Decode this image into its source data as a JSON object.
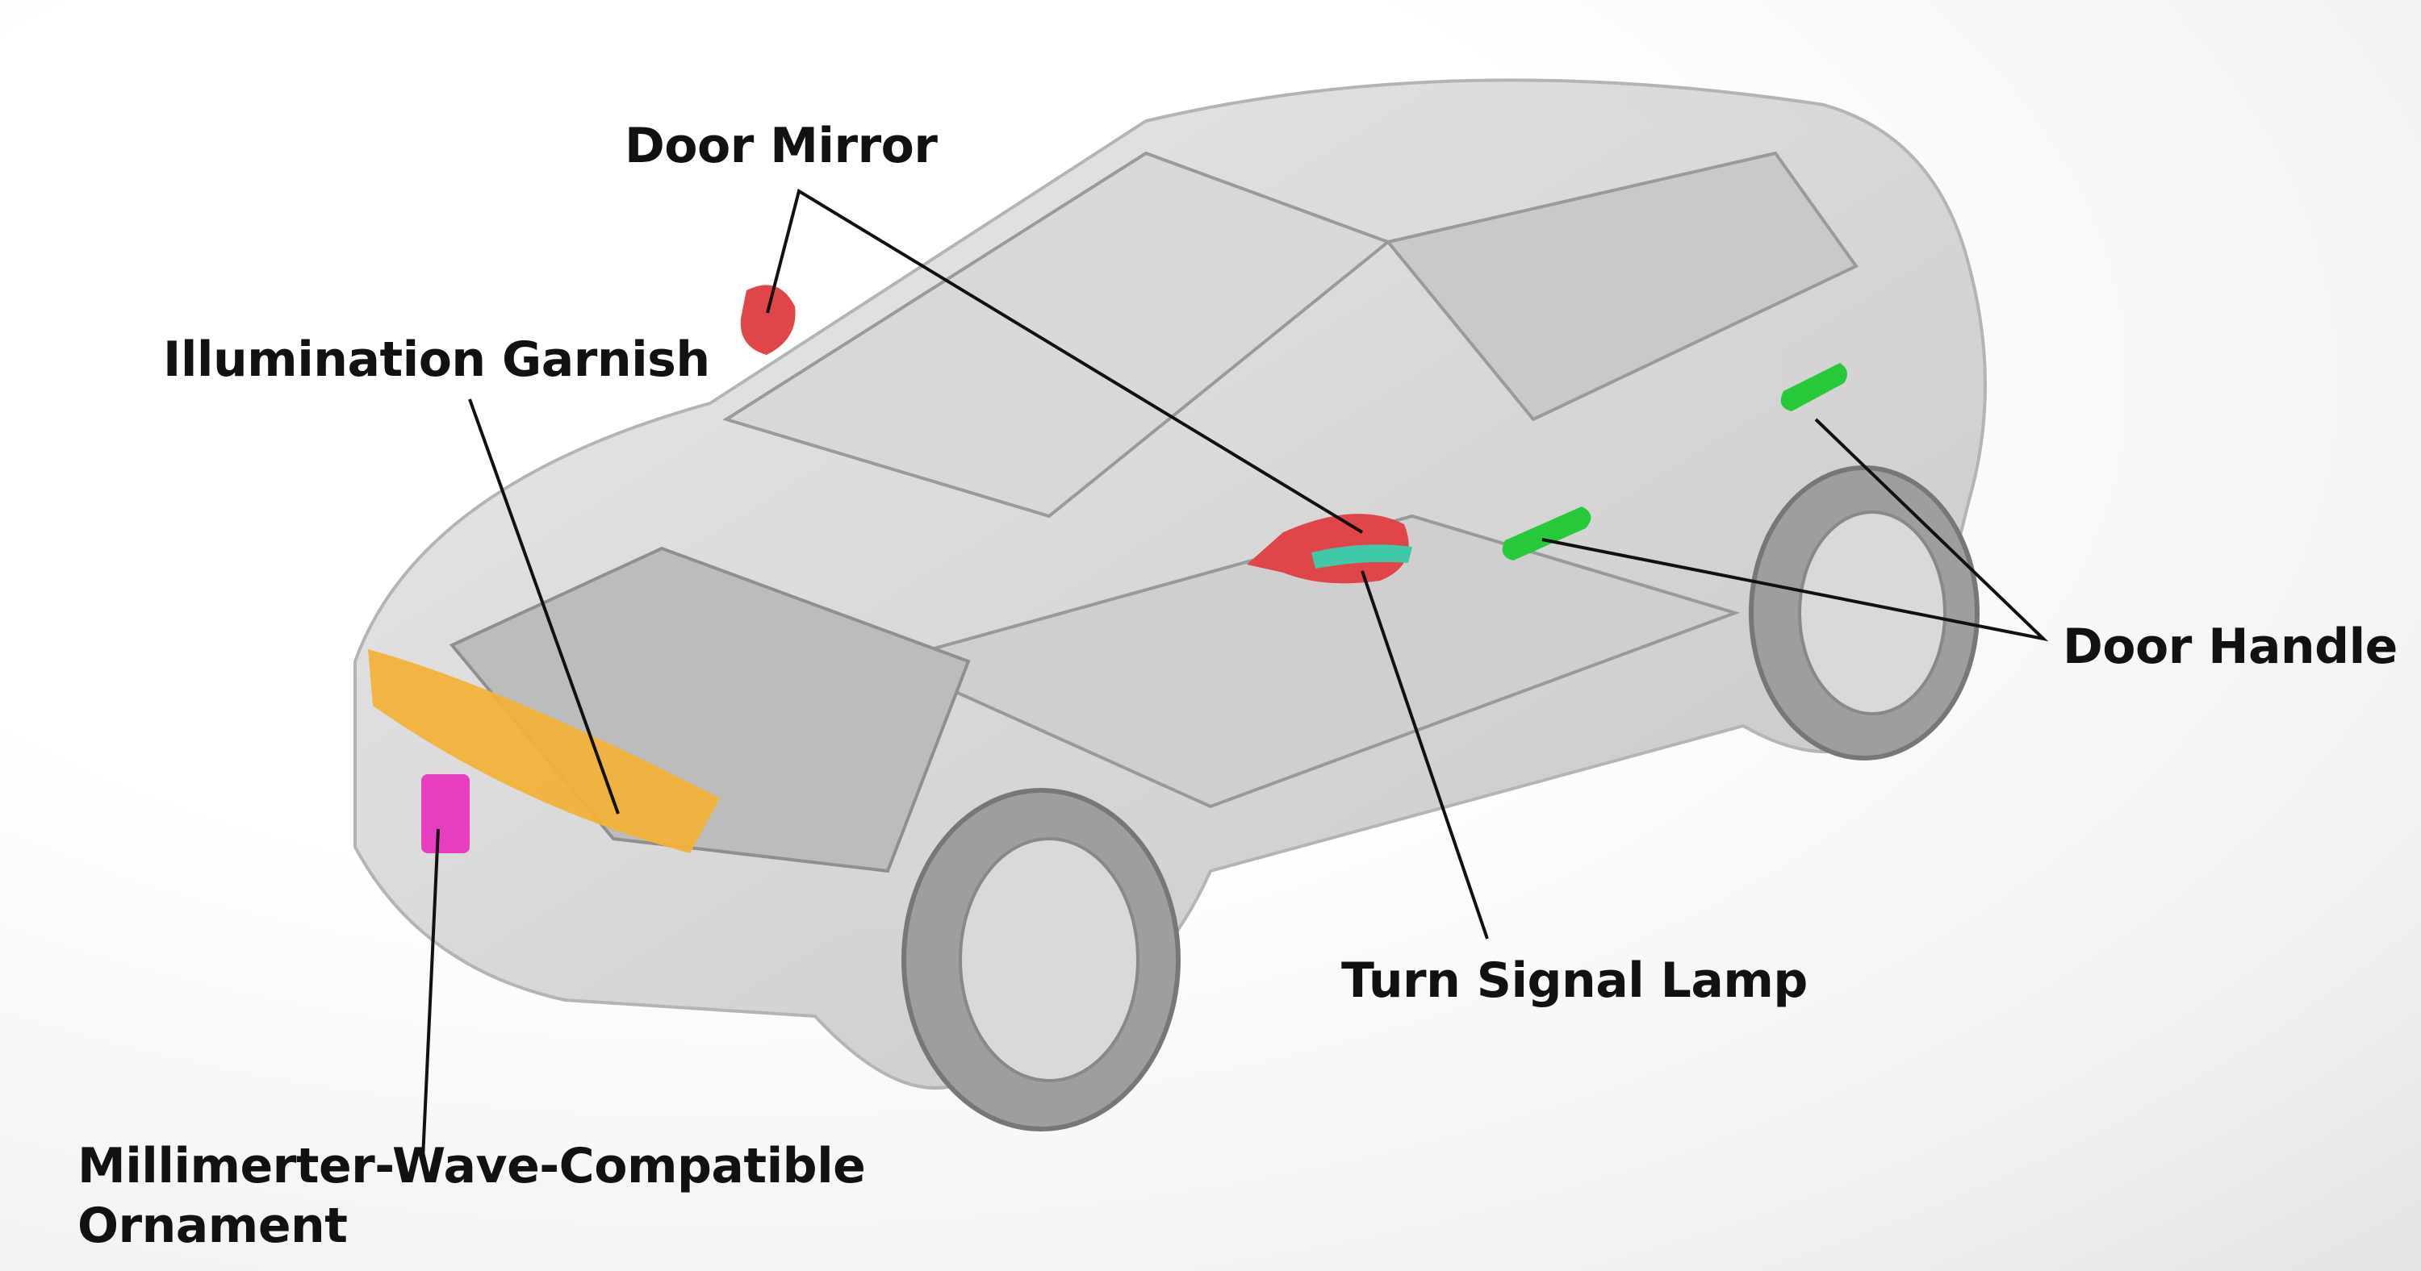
{
  "labels": {
    "door_mirror": "Door Mirror",
    "illumination_garnish": "Illumination Garnish",
    "door_handle": "Door Handle",
    "turn_signal_lamp": "Turn Signal Lamp",
    "mmwave_line1": "Millimerter-Wave-Compatible",
    "mmwave_line2": "Ornament"
  },
  "colors": {
    "mirror": "#e0454a",
    "turn_signal": "#3fc9a8",
    "door_handle": "#27c93a",
    "garnish": "#f2b23a",
    "ornament": "#e83fc0",
    "leader_line": "#111111"
  }
}
